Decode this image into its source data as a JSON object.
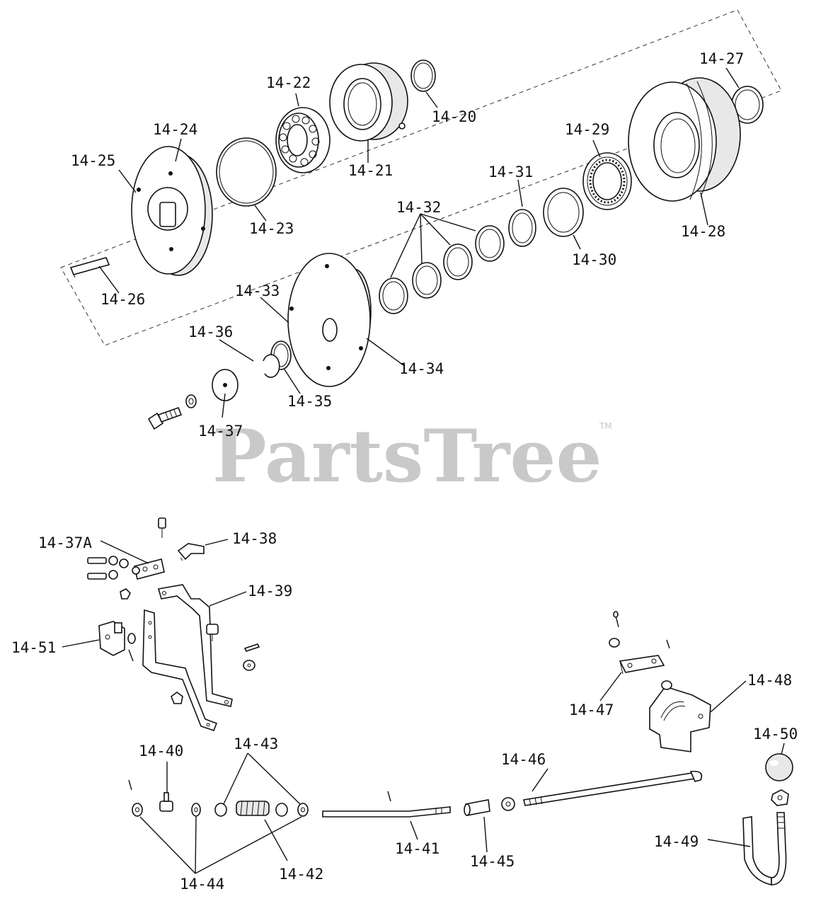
{
  "watermark": {
    "text": "PartsTree",
    "trademark": "TM"
  },
  "labels": {
    "l14_20": "14-20",
    "l14_21": "14-21",
    "l14_22": "14-22",
    "l14_23": "14-23",
    "l14_24": "14-24",
    "l14_25": "14-25",
    "l14_26": "14-26",
    "l14_27": "14-27",
    "l14_28": "14-28",
    "l14_29": "14-29",
    "l14_30": "14-30",
    "l14_31": "14-31",
    "l14_32": "14-32",
    "l14_33": "14-33",
    "l14_34": "14-34",
    "l14_35": "14-35",
    "l14_36": "14-36",
    "l14_37": "14-37",
    "l14_37A": "14-37A",
    "l14_38": "14-38",
    "l14_39": "14-39",
    "l14_40": "14-40",
    "l14_41": "14-41",
    "l14_42": "14-42",
    "l14_43": "14-43",
    "l14_44": "14-44",
    "l14_45": "14-45",
    "l14_46": "14-46",
    "l14_47": "14-47",
    "l14_48": "14-48",
    "l14_49": "14-49",
    "l14_50": "14-50",
    "l14_51": "14-51"
  }
}
